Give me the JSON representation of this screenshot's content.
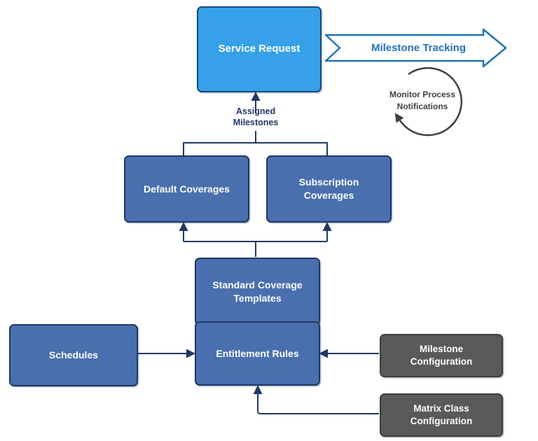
{
  "nodes": {
    "service_request": "Service Request",
    "milestone_tracking": "Milestone Tracking",
    "monitor_process_notifications": "Monitor Process\nNotifications",
    "assigned_milestones": "Assigned\nMilestones",
    "default_coverages": "Default Coverages",
    "subscription_coverages": "Subscription\nCoverages",
    "standard_coverage_templates": "Standard Coverage\nTemplates",
    "entitlement_rules": "Entitlement Rules",
    "schedules": "Schedules",
    "milestone_configuration": "Milestone\nConfiguration",
    "matrix_class_configuration": "Matrix Class\nConfiguration"
  },
  "edges": [
    {
      "from": "Default Coverages",
      "to": "Service Request",
      "label": "Assigned Milestones"
    },
    {
      "from": "Subscription Coverages",
      "to": "Service Request",
      "label": "Assigned Milestones"
    },
    {
      "from": "Standard Coverage Templates",
      "to": "Default Coverages",
      "label": ""
    },
    {
      "from": "Standard Coverage Templates",
      "to": "Subscription Coverages",
      "label": ""
    },
    {
      "from": "Schedules",
      "to": "Entitlement Rules",
      "label": ""
    },
    {
      "from": "Milestone Configuration",
      "to": "Entitlement Rules",
      "label": ""
    },
    {
      "from": "Matrix Class Configuration",
      "to": "Entitlement Rules",
      "label": ""
    },
    {
      "from": "Service Request",
      "to": "Milestone Tracking",
      "label": ""
    }
  ],
  "colors": {
    "service_request_fill": "#36a0e8",
    "service_request_border": "#1b4a7a",
    "coverage_box_fill": "#4a6fae",
    "coverage_box_border": "#1f3864",
    "config_box_fill": "#595959",
    "config_box_border": "#3d3d3d",
    "banner_blue": "#2173b8",
    "connector_navy": "#1f3864",
    "loop_gray": "#404040",
    "box_text": "#ffffff",
    "background": "#ffffff"
  }
}
